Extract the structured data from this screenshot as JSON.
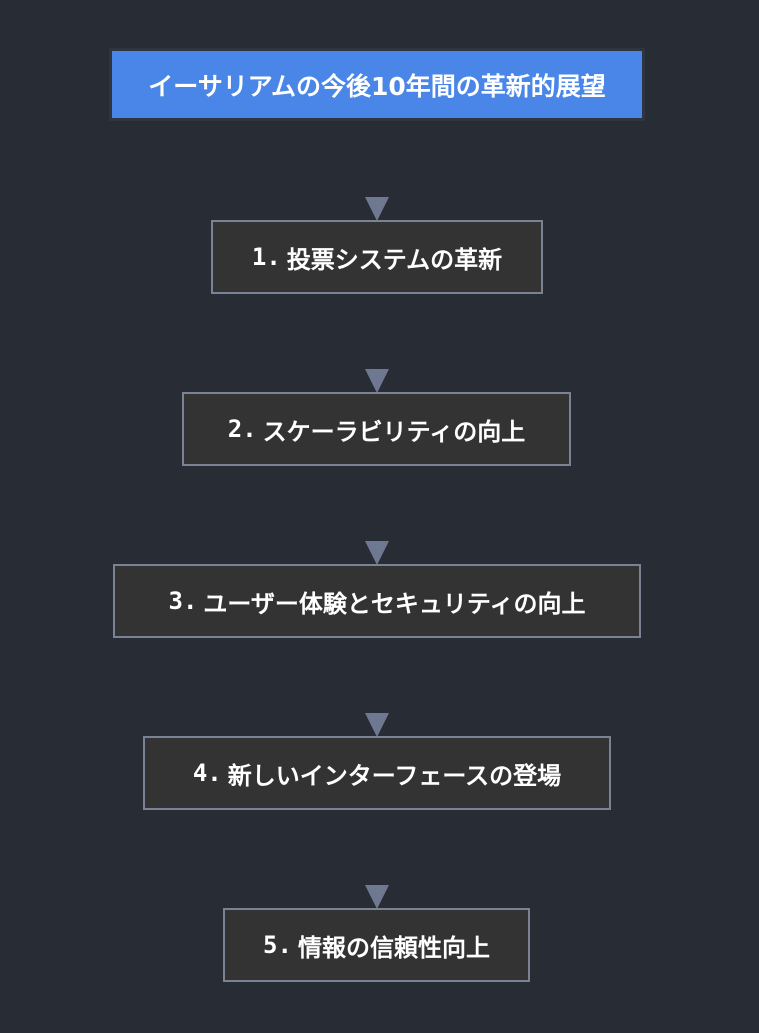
{
  "title": "イーサリアムの今後10年間の革新的展望",
  "steps": [
    {
      "number": "1.",
      "label": "投票システムの革新"
    },
    {
      "number": "2.",
      "label": "スケーラビリティの向上"
    },
    {
      "number": "3.",
      "label": "ユーザー体験とセキュリティの向上"
    },
    {
      "number": "4.",
      "label": "新しいインターフェースの登場"
    },
    {
      "number": "5.",
      "label": "情報の信頼性向上"
    }
  ],
  "colors": {
    "background": "#282c34",
    "title_fill": "#4a86e8",
    "node_fill": "#333333",
    "node_border": "#7a8294",
    "arrow": "#6f7891",
    "text": "#ffffff"
  }
}
